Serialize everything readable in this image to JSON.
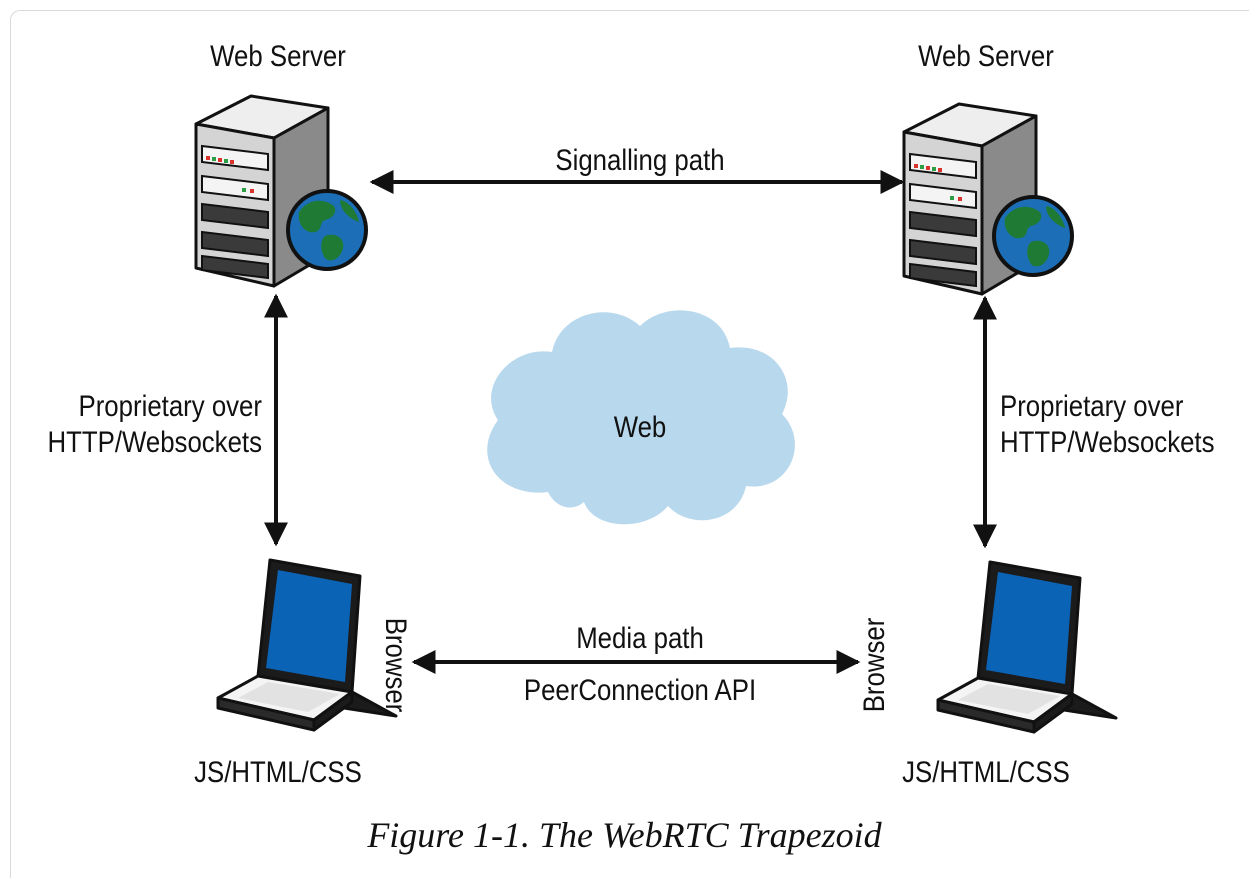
{
  "diagram": {
    "servers": [
      {
        "label": "Web Server"
      },
      {
        "label": "Web Server"
      }
    ],
    "cloud_label": "Web",
    "signalling_label": "Signalling path",
    "left_link_label": [
      "Proprietary over",
      "HTTP/Websockets"
    ],
    "right_link_label": [
      "Proprietary over",
      "HTTP/Websockets"
    ],
    "browsers": [
      {
        "vertical_label": "Browser",
        "stack_label": "JS/HTML/CSS"
      },
      {
        "vertical_label": "Browser",
        "stack_label": "JS/HTML/CSS"
      }
    ],
    "media_label": "Media path",
    "media_api_label": "PeerConnection API",
    "icons": [
      "server-icon",
      "globe-icon",
      "cloud-icon",
      "laptop-icon"
    ],
    "colors": {
      "arrow": "#111111",
      "cloud": "#b8d8ed",
      "ocean": "#1c6fb6",
      "land": "#1f7a33",
      "screen": "#0b63b6"
    }
  },
  "caption": "Figure 1-1. The WebRTC Trapezoid"
}
